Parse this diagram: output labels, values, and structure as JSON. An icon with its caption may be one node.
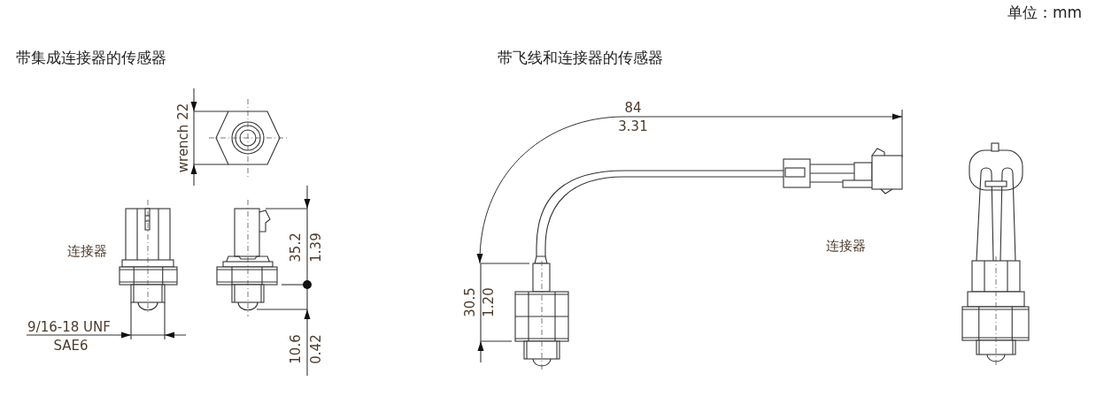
{
  "diagram": {
    "labels": [
      "单位：mm",
      "带集成连接器的传感器",
      "带飞线和连接器的传感器",
      "wrench 22",
      "84",
      "3.31",
      "连接器",
      "35.2",
      "1.39",
      "连接器",
      "30.5",
      "1.20",
      "9/16-18 UNF",
      "SAE6",
      "10.6",
      "0.42"
    ]
  }
}
